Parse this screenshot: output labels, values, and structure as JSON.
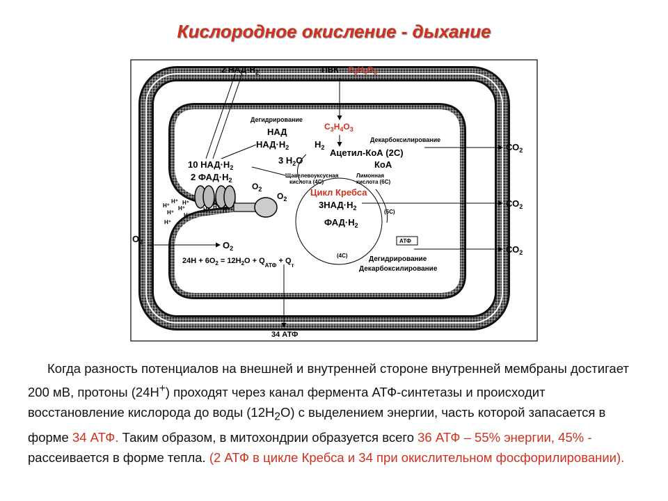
{
  "title": "Кислородное окисление - дыхание",
  "diagram": {
    "labels": {
      "nadh_top": "2 НАД·Н",
      "nadh_top_sub": "2",
      "pvk": "ПВК",
      "pvk_formula_1": "С",
      "pvk_formula_2": "3",
      "pvk_formula_3": "Н",
      "pvk_formula_4": "4",
      "pvk_formula_5": "О",
      "pvk_formula_6": "3",
      "dehydrogenation": "Дегидрирование",
      "nad": "НАД",
      "nadh2": "НАД·Н",
      "nadh2_sub": "2",
      "h2": "Н",
      "h2_sub": "2",
      "decarboxylation": "Декарбоксилирование",
      "acetyl_coa": "Ацетил-КоА (2С)",
      "coa": "КоА",
      "three_h2o_a": "3 Н",
      "three_h2o_sub": "2",
      "three_h2o_b": "О",
      "oxaloacetic_1": "Щавелевоуксусная",
      "oxaloacetic_2": "кислота (4С)",
      "citric_1": "Лимонная",
      "citric_2": "кислота (6С)",
      "krebs": "Цикл Кребса",
      "ten_nadh": "10 НАД·Н",
      "ten_nadh_sub": "2",
      "two_fadh": "2 ФАД·Н",
      "two_fadh_sub": "2",
      "o2_a": "О",
      "o2_a_sub": "2",
      "o2_b": "О",
      "o2_b_sub": "2",
      "three_nadh": "3НАД·Н",
      "three_nadh_sub": "2",
      "five_c": "(5С)",
      "fadh2": "ФАД·Н",
      "fadh2_sub": "2",
      "four_c": "(4С)",
      "atf_box": "АТФ",
      "dehydrogenation_2": "Дегидрирование",
      "decarboxylation_2": "Декарбоксилирование",
      "co2_1": "СО",
      "co2_2": "СО",
      "co2_3": "СО",
      "co2_sub": "2",
      "o2_left": "О",
      "o2_left_sub": "2",
      "o2_mid": "О",
      "o2_mid_sub": "2",
      "equation_a": "24Н + 6О",
      "equation_sub1": "2",
      "equation_b": " = 12Н",
      "equation_sub2": "2",
      "equation_c": "О + Q",
      "equation_atf": "АТФ",
      "equation_d": " + Q",
      "equation_t": "т",
      "atf34": "34 АТФ",
      "hplus": "Н⁺"
    }
  },
  "caption": {
    "p1": "Когда разность потенциалов на внешней и внутренней стороне внутренней мембраны достигает 200 мВ, протоны (24Н",
    "sup": "+",
    "p2": ") проходят через канал фермента АТФ-синтетазы и происходит восстановление кислорода до воды (12Н",
    "sub": "2",
    "p3": "О) с выделением энергии, часть которой запасается в форме ",
    "r1": "34 АТФ.",
    "p4": " Таким образом, в митохондрии образуется всего ",
    "r2": "36 АТФ – 55% энергии, 45% -",
    "p5": " рассеивается в форме тепла. ",
    "r3": "(2 АТФ в цикле Кребса и 34 при окислительном фосфорилировании)."
  }
}
